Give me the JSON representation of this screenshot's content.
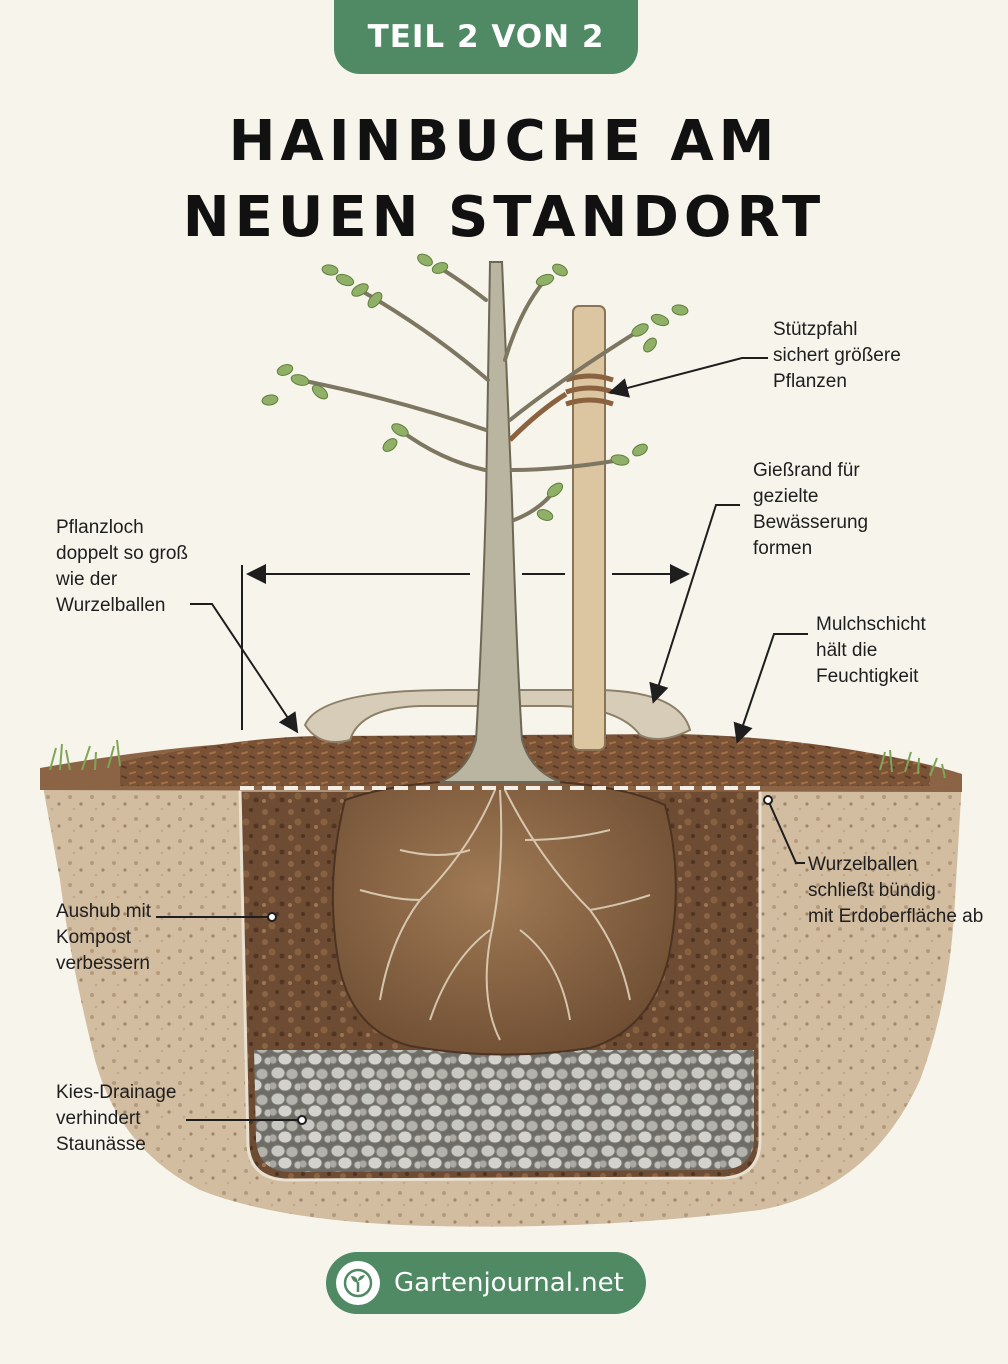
{
  "header": {
    "part_badge": "TEIL 2 VON 2",
    "title_line1": "HAINBUCHE AM",
    "title_line2": "NEUEN STANDORT"
  },
  "labels": {
    "stake": [
      "Stützpfahl",
      "sichert größere",
      "Pflanzen"
    ],
    "watering_rim": [
      "Gießrand für",
      "gezielte",
      "Bewässerung",
      "formen"
    ],
    "planting_hole": [
      "Pflanzloch",
      "doppelt so groß",
      "wie der",
      "Wurzelballen"
    ],
    "mulch": [
      "Mulchschicht",
      "hält die",
      "Feuchtigkeit"
    ],
    "root_ball": [
      "Wurzelballen",
      "schließt bündig",
      "mit Erdoberfläche ab"
    ],
    "backfill": [
      "Aushub mit",
      "Kompost",
      "verbessern"
    ],
    "drainage": [
      "Kies-Drainage",
      "verhindert",
      "Staunässe"
    ]
  },
  "footer": {
    "brand": "Gartenjournal.net",
    "logo_icon": "sprout-in-circle-icon"
  },
  "colors": {
    "brand_green": "#4f8a64",
    "background": "#f7f4ec",
    "soil": "#6b4a32",
    "gravel": "#a9a9a3",
    "bark": "#b9b5a0",
    "leaf": "#8fb066"
  }
}
